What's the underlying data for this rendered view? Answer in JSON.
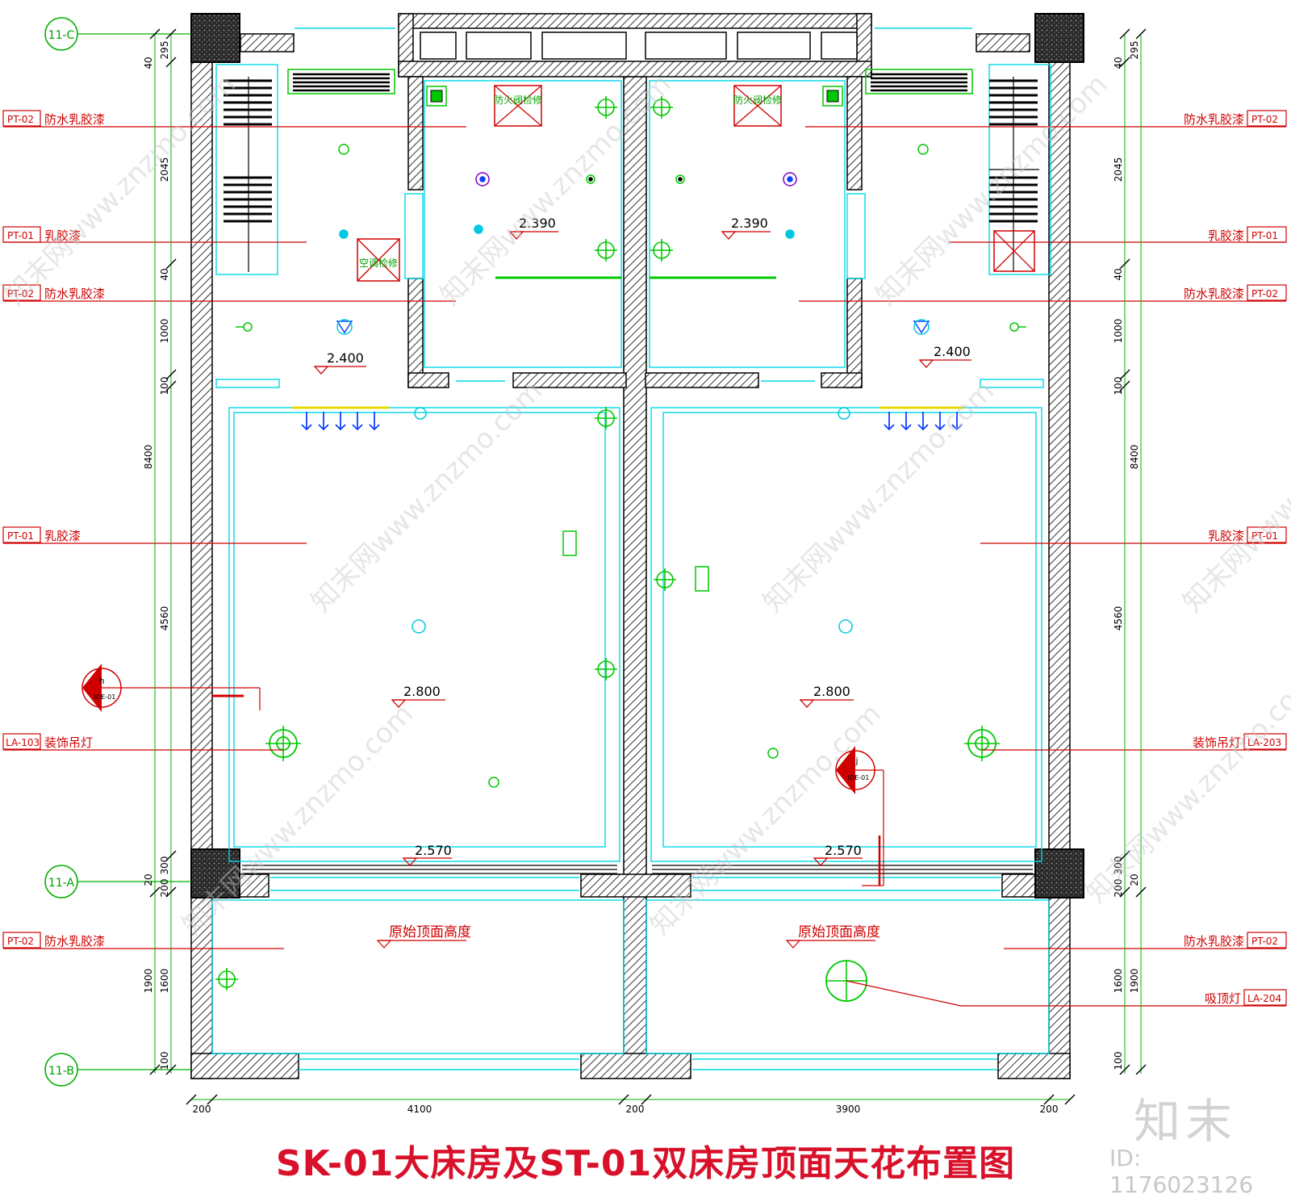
{
  "drawing": {
    "title": "SK-01大床房及ST-01双床房顶面天花布置图",
    "logo": "知末",
    "image_id": "ID: 1176023126",
    "watermark": "知末网www.znzmo.com"
  },
  "axes": {
    "top": "11-C",
    "middle": "11-A",
    "bottom": "11-B"
  },
  "colors": {
    "wall": "#000000",
    "ceiling_line": "#00d8e8",
    "fixture": "#00c800",
    "leader": "#d00000",
    "dimension": "#00b000",
    "diffuser": "#1040ff"
  },
  "tags": {
    "left": [
      {
        "code": "PT-02",
        "text": "防水乳胶漆"
      },
      {
        "code": "PT-01",
        "text": "乳胶漆"
      },
      {
        "code": "PT-02",
        "text": "防水乳胶漆"
      },
      {
        "code": "PT-01",
        "text": "乳胶漆"
      },
      {
        "code": "LA-103",
        "text": "装饰吊灯"
      },
      {
        "code": "PT-02",
        "text": "防水乳胶漆"
      }
    ],
    "right": [
      {
        "code": "PT-02",
        "text": "防水乳胶漆"
      },
      {
        "code": "PT-01",
        "text": "乳胶漆"
      },
      {
        "code": "PT-02",
        "text": "防水乳胶漆"
      },
      {
        "code": "PT-01",
        "text": "乳胶漆"
      },
      {
        "code": "LA-203",
        "text": "装饰吊灯"
      },
      {
        "code": "PT-02",
        "text": "防水乳胶漆"
      },
      {
        "code": "LA-204",
        "text": "吸顶灯"
      }
    ]
  },
  "elevations": {
    "bath_left": "2.390",
    "bath_right": "2.390",
    "corridor_left": "2.400",
    "corridor_right": "2.400",
    "room_left": "2.800",
    "room_right": "2.800",
    "window_left": "2.570",
    "window_right": "2.570"
  },
  "balcony_note": "原始顶面高度",
  "access_panels": {
    "fire_damper": "防火阀检修",
    "ac": "空调检修"
  },
  "section_marks": [
    {
      "letter": "h",
      "ref": "IDE-01"
    },
    {
      "letter": "j",
      "ref": "IDE-01"
    }
  ],
  "dims": {
    "left": [
      "40",
      "295",
      "2045",
      "40",
      "1000",
      "100",
      "8400",
      "4560",
      "20",
      "300",
      "200",
      "1900",
      "1600",
      "100"
    ],
    "right": [
      "295",
      "40",
      "2045",
      "40",
      "1000",
      "100",
      "8400",
      "4560",
      "300",
      "20",
      "200",
      "1900",
      "1600",
      "100"
    ],
    "bottom": [
      "200",
      "4100",
      "200",
      "3900",
      "200"
    ]
  }
}
